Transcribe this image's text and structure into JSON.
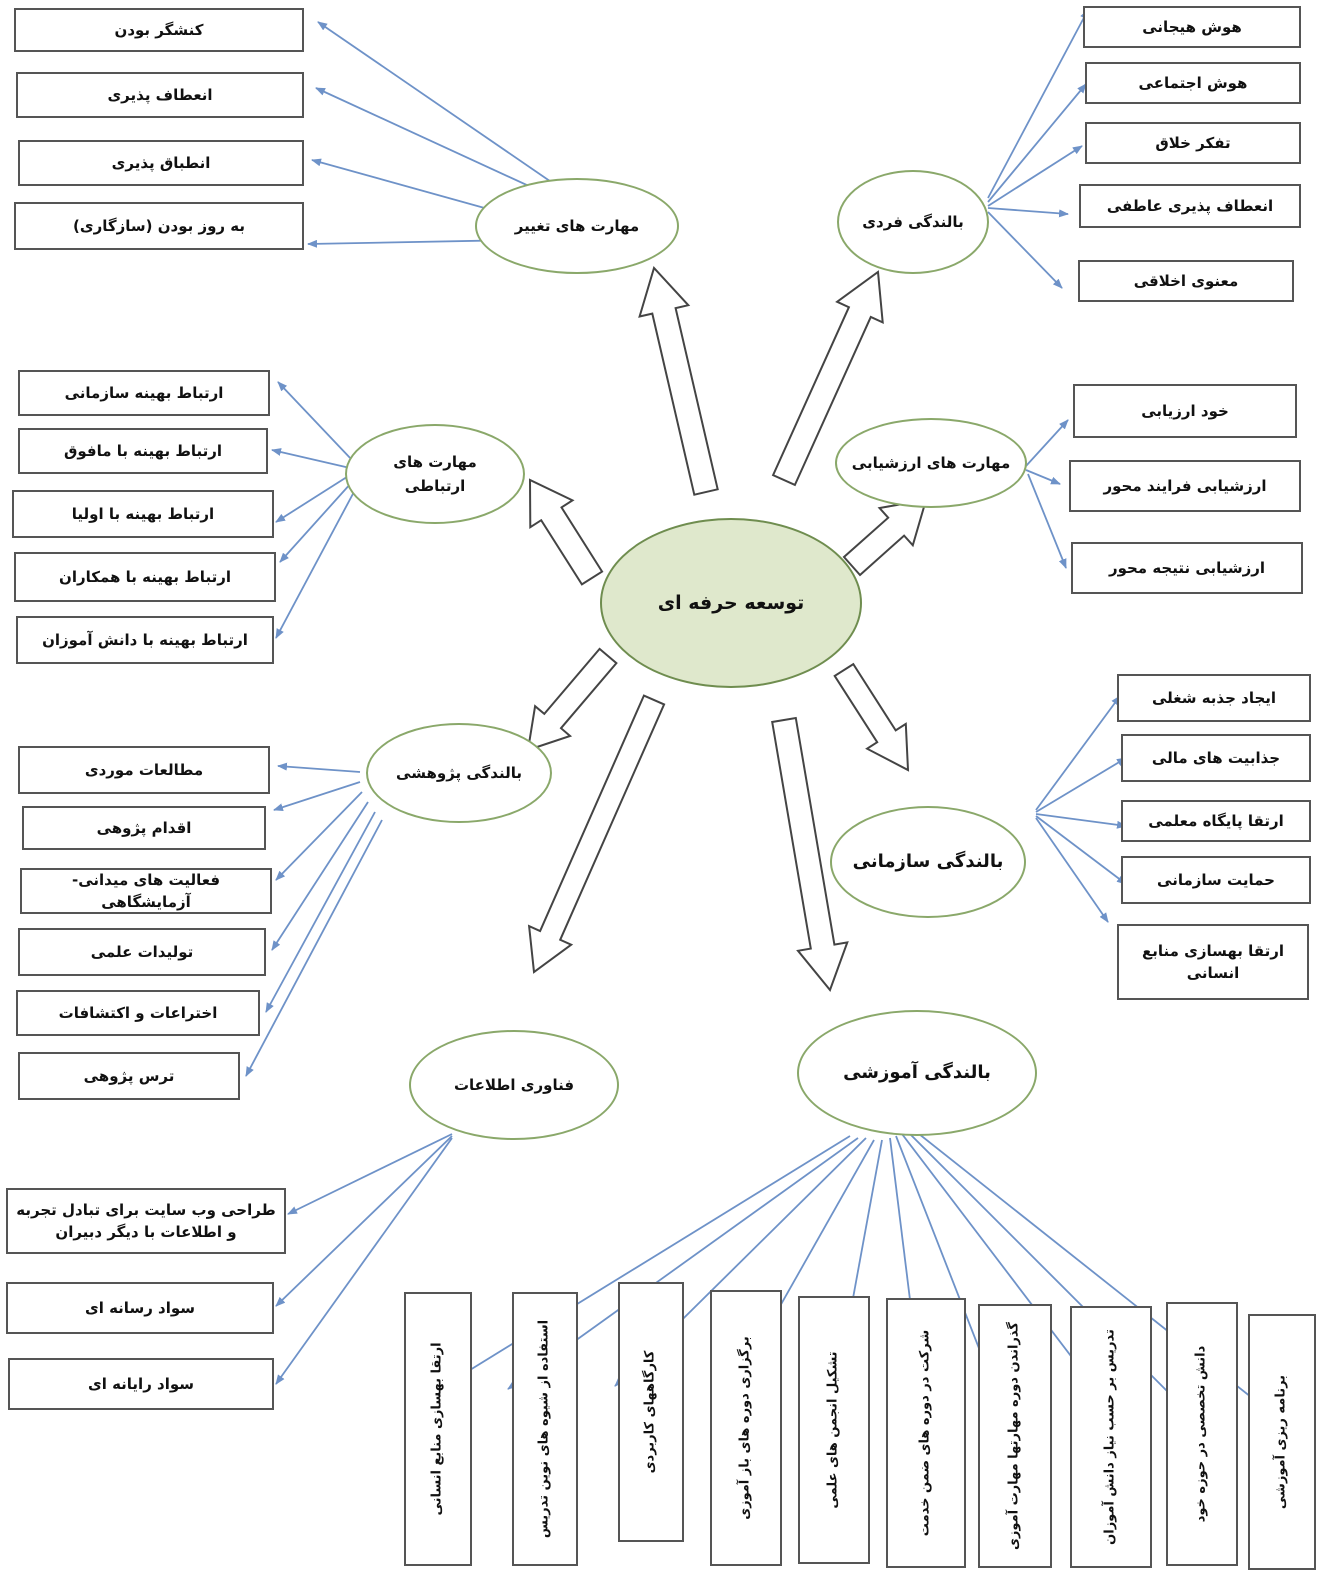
{
  "center": "توسعه حرفه ای",
  "categories": {
    "change": "مهارت های تغییر",
    "individual": "بالندگی فردی",
    "communication": "مهارت های ارتباطی",
    "evaluation": "مهارت های ارزشیابی",
    "research": "بالندگی پژوهشی",
    "organizational": "بالندگی سازمانی",
    "it": "فناوری اطلاعات",
    "educational": "بالندگی آموزشی"
  },
  "change_items": [
    "کنشگر بودن",
    "انعطاف پذیری",
    "انطباق پذیری",
    "به روز بودن (سازگاری)"
  ],
  "individual_items": [
    "هوش هیجانی",
    "هوش اجتماعی",
    "تفکر خلاق",
    "انعطاف پذیری عاطفی",
    "معنوی اخلاقی"
  ],
  "communication_items": [
    "ارتباط بهینه سازمانی",
    "ارتباط بهینه با مافوق",
    "ارتباط بهینه با اولیا",
    "ارتباط بهینه با همکاران",
    "ارتباط بهینه با دانش آموزان"
  ],
  "evaluation_items": [
    "خود ارزیابی",
    "ارزشیابی فرایند محور",
    "ارزشیابی نتیجه محور"
  ],
  "research_items": [
    "مطالعات موردی",
    "اقدام پژوهی",
    "فعالیت های میدانی-آزمایشگاهی",
    "تولیدات علمی",
    "اختراعات و اکتشافات",
    "ترس پژوهی"
  ],
  "organizational_items": [
    "ایجاد جذبه شغلی",
    "جذابیت های مالی",
    "ارتقا پایگاه معلمی",
    "حمایت سازمانی",
    "ارتقا بهسازی منابع انسانی"
  ],
  "it_items": [
    "طراحی وب سایت برای تبادل تجربه و اطلاعات با دیگر دبیران",
    "سواد رسانه ای",
    "سواد رایانه ای"
  ],
  "educational_items": [
    "ارتقا بهسازی منابع انسانی",
    "استفاده از شیوه های نوین تدریس",
    "کارگاههای کاربردی",
    "برگزاری دوره های باز آموزی",
    "تشکیل انجمن های علمی",
    "شرکت در دوره های ضمن خدمت",
    "گذراندن دوره مهارتها مهارت آموزی",
    "تدریس بر حسب نیاز دانش آموزان",
    "دانش تخصصی در حوزه خود",
    "برنامه ریزی آموزشی"
  ],
  "colors": {
    "center_fill": "#dfe8cc",
    "ellipse_border": "#8aa86a",
    "box_border": "#555555",
    "arrow_thin": "#6e92c8",
    "arrow_block": "#444444"
  }
}
